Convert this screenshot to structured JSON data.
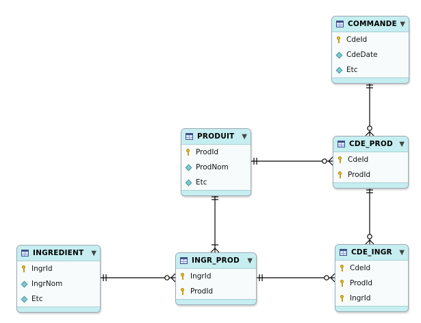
{
  "entities": {
    "commande": {
      "name": "COMMANDE",
      "toggle_icon": "triangle-down",
      "fields": [
        {
          "label": "CdeId",
          "icon": "primary-key-icon"
        },
        {
          "label": "CdeDate",
          "icon": "column-diamond-icon"
        },
        {
          "label": "Etc",
          "icon": "column-diamond-icon"
        }
      ]
    },
    "produit": {
      "name": "PRODUIT",
      "toggle_icon": "triangle-down",
      "fields": [
        {
          "label": "ProdId",
          "icon": "primary-key-icon"
        },
        {
          "label": "ProdNom",
          "icon": "column-diamond-icon"
        },
        {
          "label": "Etc",
          "icon": "column-diamond-icon"
        }
      ]
    },
    "cde_prod": {
      "name": "CDE_PROD",
      "toggle_icon": "triangle-down",
      "fields": [
        {
          "label": "CdeId",
          "icon": "primary-key-icon"
        },
        {
          "label": "ProdId",
          "icon": "primary-key-icon"
        }
      ]
    },
    "ingredient": {
      "name": "INGREDIENT",
      "toggle_icon": "triangle-down",
      "fields": [
        {
          "label": "IngrId",
          "icon": "primary-key-icon"
        },
        {
          "label": "IngrNom",
          "icon": "column-diamond-icon"
        },
        {
          "label": "Etc",
          "icon": "column-diamond-icon"
        }
      ]
    },
    "ingr_prod": {
      "name": "INGR_PROD",
      "toggle_icon": "triangle-down",
      "fields": [
        {
          "label": "IngrId",
          "icon": "primary-key-icon"
        },
        {
          "label": "ProdId",
          "icon": "primary-key-icon"
        }
      ]
    },
    "cde_ingr": {
      "name": "CDE_INGR",
      "toggle_icon": "triangle-down",
      "fields": [
        {
          "label": "CdeId",
          "icon": "primary-key-icon"
        },
        {
          "label": "ProdId",
          "icon": "primary-key-icon"
        },
        {
          "label": "IngrId",
          "icon": "primary-key-icon"
        }
      ]
    }
  },
  "relationships": [
    {
      "from": "COMMANDE",
      "to": "CDE_PROD",
      "from_end": "one-mandatory",
      "to_end": "zero-or-many"
    },
    {
      "from": "PRODUIT",
      "to": "CDE_PROD",
      "from_end": "one-mandatory",
      "to_end": "zero-or-many"
    },
    {
      "from": "PRODUIT",
      "to": "INGR_PROD",
      "from_end": "one-mandatory",
      "to_end": "one-or-many"
    },
    {
      "from": "CDE_PROD",
      "to": "CDE_INGR",
      "from_end": "one-mandatory",
      "to_end": "zero-or-many"
    },
    {
      "from": "INGREDIENT",
      "to": "INGR_PROD",
      "from_end": "one-mandatory",
      "to_end": "zero-or-many"
    },
    {
      "from": "INGR_PROD",
      "to": "CDE_INGR",
      "from_end": "one-mandatory",
      "to_end": "zero-or-many"
    }
  ],
  "colors": {
    "header": "#c6eef1",
    "body": "#f7fbfb",
    "border": "#9aa7b0",
    "key": "#e2b822",
    "column": "#7fc8d0",
    "line": "#000000"
  }
}
